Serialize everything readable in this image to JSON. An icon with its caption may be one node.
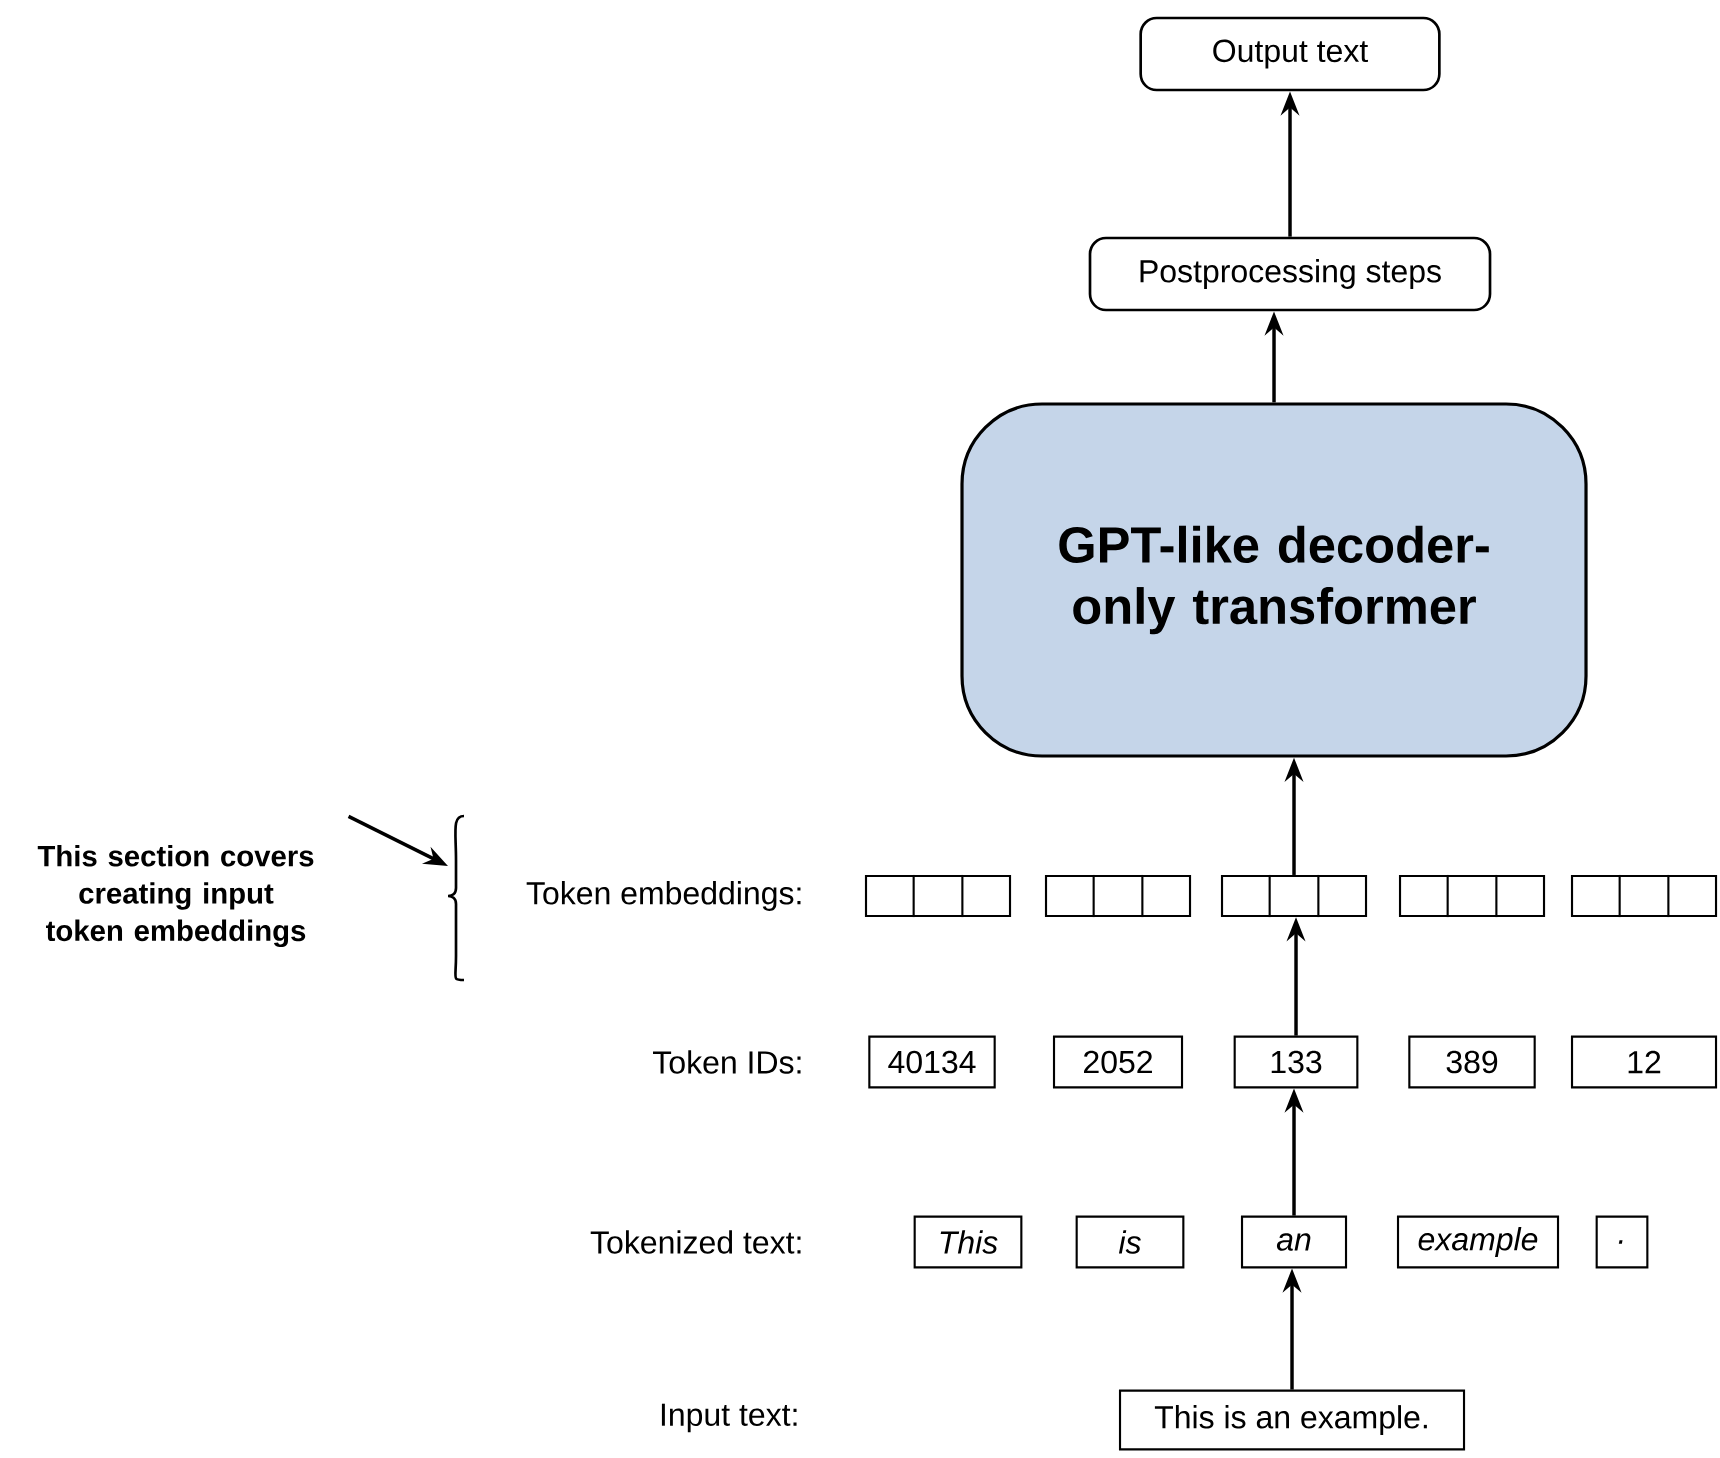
{
  "diagram": {
    "nodes": [
      {
        "text": [
          "Output text"
        ]
      },
      {
        "text": [
          "Postprocessing steps"
        ]
      },
      {
        "text": [
          "GPT-like decoder-only transformer"
        ]
      },
      {
        "text": [
          "This section covers creating input token embeddings"
        ]
      },
      {
        "text": [],
        "shape": "box"
      },
      {
        "text": [],
        "shape": "box"
      },
      {
        "text": [],
        "shape": "box"
      },
      {
        "text": [],
        "shape": "box"
      },
      {
        "text": [],
        "shape": "box"
      },
      {
        "text": [
          "40134"
        ]
      },
      {
        "text": [
          "2052"
        ]
      },
      {
        "text": [
          "133"
        ]
      },
      {
        "text": [
          "389"
        ]
      },
      {
        "text": [
          "12"
        ]
      },
      {
        "text": [
          "This"
        ]
      },
      {
        "text": [
          "is"
        ]
      },
      {
        "text": [
          "an"
        ]
      },
      {
        "text": [
          "example"
        ]
      },
      {
        "text": [
          "."
        ]
      },
      {
        "text": [
          "This is an example."
        ]
      }
    ],
    "edges": [
      {
        "from": 19,
        "to": 16,
        "arrow": "to"
      },
      {
        "from": 16,
        "to": 11,
        "arrow": "to"
      },
      {
        "from": 11,
        "to": 6,
        "arrow": "to"
      },
      {
        "from": 6,
        "to": 2,
        "arrow": "to"
      },
      {
        "from": 2,
        "to": 1,
        "arrow": "to"
      },
      {
        "from": 1,
        "to": 0,
        "arrow": "to"
      },
      {
        "from": 3,
        "to": null,
        "arrow": "to"
      }
    ],
    "labels": [
      "Token embeddings:",
      "Token IDs:",
      "Tokenized text:",
      "Input text:"
    ]
  }
}
